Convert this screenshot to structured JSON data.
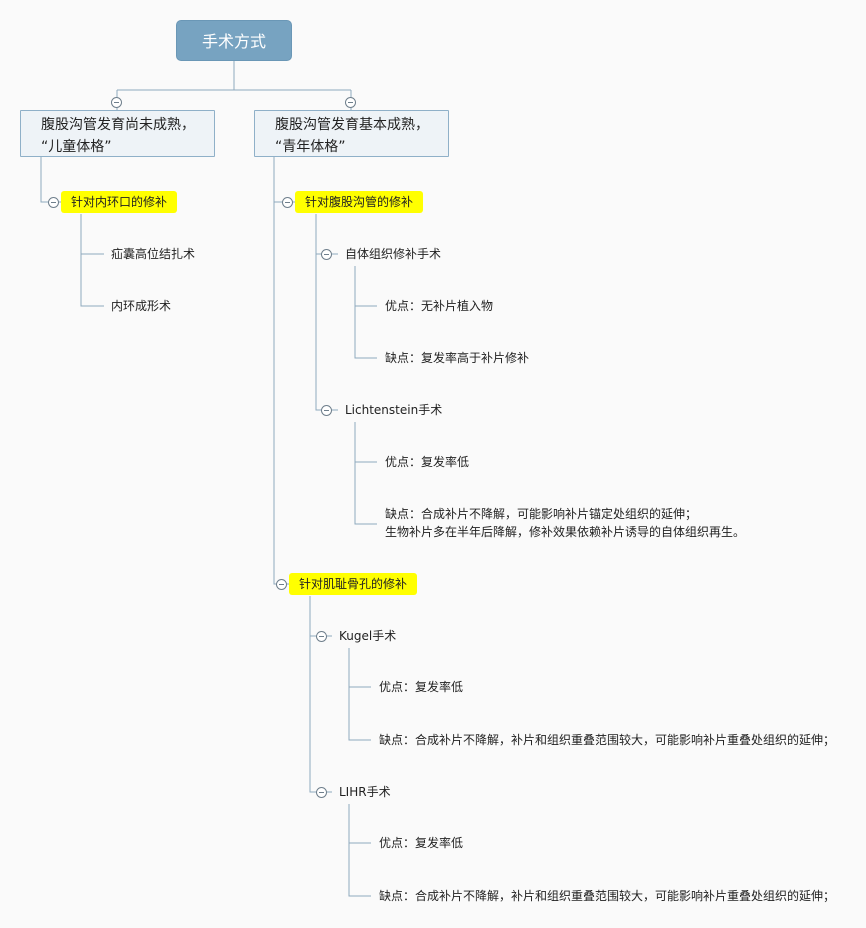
{
  "root": {
    "label": "手术方式"
  },
  "children_branch": {
    "label": "腹股沟管发育尚未成熟，\n“儿童体格”",
    "section": {
      "label": "针对内环口的修补",
      "items": [
        "疝囊高位结扎术",
        "内环成形术"
      ]
    }
  },
  "adult_branch": {
    "label": "腹股沟管发育基本成熟，\n“青年体格”",
    "inguinal_section": {
      "label": "针对腹股沟管的修补",
      "tissue_repair": {
        "label": "自体组织修补手术",
        "pro": "优点：无补片植入物",
        "con": "缺点：复发率高于补片修补"
      },
      "lichtenstein": {
        "label": "Lichtenstein手术",
        "pro": "优点：复发率低",
        "con": "缺点：合成补片不降解，可能影响补片锚定处组织的延伸；\n生物补片多在半年后降解，修补效果依赖补片诱导的自体组织再生。"
      }
    },
    "myopectineal_section": {
      "label": "针对肌耻骨孔的修补",
      "kugel": {
        "label": "Kugel手术",
        "pro": "优点：复发率低",
        "con": "缺点：合成补片不降解，补片和组织重叠范围较大，可能影响补片重叠处组织的延伸；"
      },
      "lihr": {
        "label": "LIHR手术",
        "pro": "优点：复发率低",
        "con": "缺点：合成补片不降解，补片和组织重叠范围较大，可能影响补片重叠处组织的延伸；"
      }
    }
  },
  "colors": {
    "root_fill": "#77a3c1",
    "branch_fill": "#eef3f7",
    "highlight": "#ffff00",
    "connector": "#8fa9bd"
  }
}
